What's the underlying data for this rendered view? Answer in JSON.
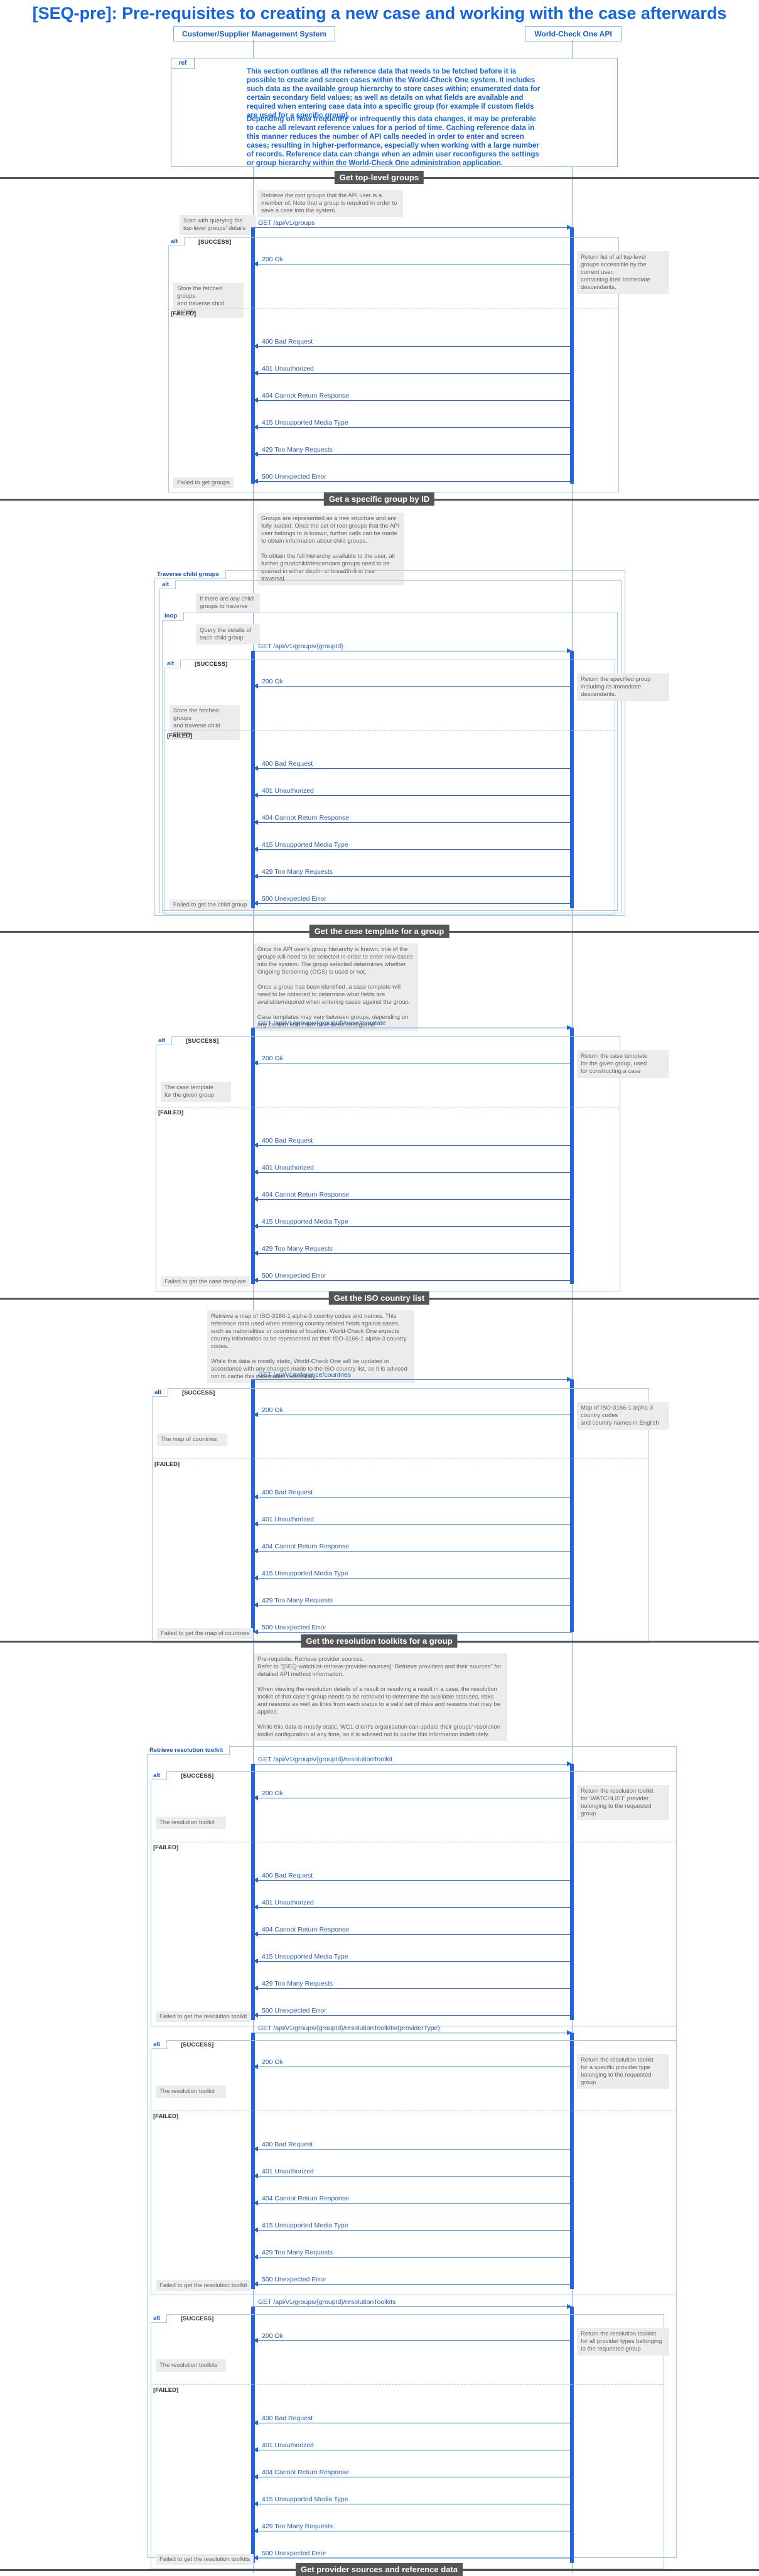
{
  "title": "[SEQ-pre]: Pre-requisites to creating a new case and working with the case afterwards",
  "participants": {
    "left": "Customer/Supplier Management System",
    "right": "World-Check One API"
  },
  "intro": {
    "tag": "ref",
    "paragraph1": "This section outlines all the reference data that needs to be fetched before it is possible to create and screen cases within the World-Check One system. It includes such data as the available group hierarchy to store cases within; enumerated data for certain secondary field values; as well as details on what fields are available and required when entering case data into a specific group (for example if custom fields are used for a specific group).",
    "paragraph2": "Depending on how frequently or infrequently this data changes, it may be preferable to cache all relevant reference values for a period of time. Caching reference data in this manner reduces the number of API calls needed in order to enter and screen cases; resulting in higher-performance, especially when working with a large number of records. Reference data can change when an admin user reconfigures the settings or group hierarchy within the World-Check One administration application."
  },
  "common_errors": [
    "400 Bad Request",
    "401 Unauthorized",
    "404 Cannot Return Response",
    "415 Unsupported Media Type",
    "429 Too Many Requests",
    "500 Unexpected Error"
  ],
  "labels": {
    "alt": "alt",
    "loop": "loop",
    "success": "[SUCCESS]",
    "failed": "[FAILED]",
    "ok": "200 Ok"
  },
  "sections": [
    {
      "header": "Get top-level groups",
      "note": "Retrieve the root groups that the API user is a member of. Note that a group is required in order to save a case into the system.",
      "request": "GET /api/v1/groups",
      "side_note": "Start with querying the\ntop-level groups' details",
      "response_note": "Return list of all top-level\ngroups accessible by the current user,\ncontaining their immediate descendants.",
      "stored_note": "Store the fetched groups\nand traverse child groups",
      "failure": "Failed to get groups"
    },
    {
      "header": "Get a specific group by ID",
      "note": "Groups are represented as a tree structure and are fully loaded. Once the set of root groups that the API user belongs to is known, further calls can be made to obtain information about child groups.\n\nTo obtain the full hierarchy available to the user, all further grandchild/descendant groups need to be queried in either depth- or breadth-first tree traversal.",
      "outer_frame": "Traverse child groups",
      "alt_note": "If there are any child\ngroups to traverse",
      "loop_note": "Query the details of\neach child group",
      "request": "GET /api/v1/groups/{groupId}",
      "response_note": "Return the specified group\nincluding its immediate\ndescendants.",
      "stored_note": "Store the fetched groups\nand traverse child groups",
      "failure": "Failed to get the child group"
    },
    {
      "header": "Get the case template for a group",
      "note": "Once the API user's group hierarchy is known, one of the groups will need to be selected in order to enter new cases into the system. The group selected determines whether Ongoing Screening (OGS) is used or not.\n\nOnce a group has been identified, a case template will need to be obtained to determine what fields are available/required when entering cases against the group.\n\nCase templates may vary between groups, depending on any custom fields that have been configured.",
      "request": "GET /api/v1/groups/{groupId}/caseTemplate",
      "response_note": "Return the case template\nfor the given group, used\nfor constructing a case",
      "stored_note": "The case template\nfor the given group",
      "failure": "Failed to get the case template"
    },
    {
      "header": "Get the ISO country list",
      "note": "Retrieve a map of ISO-3166-1 alpha-3 country codes and names. This reference data used when entering country related fields against cases, such as nationalities or countries of location. World-Check One expects country information to be represented as their ISO-3166-1 alpha-3 country codes.\n\nWhile this data is mostly static, World-Check One will be updated in accordance with any changes made to the ISO country list, so it is advised not to cache this information indefinitely.",
      "request": "GET /api/v1/reference/countries",
      "response_note": "Map of ISO-3166-1 alpha-3 country codes\nand country names in English",
      "stored_note": "The map of countries",
      "failure": "Failed to get the map of countries"
    },
    {
      "header": "Get the resolution toolkits for a group",
      "note_title": "Pre-requisite:",
      "note": "Pre-requisite: Retrieve provider sources.\nRefer to \"[SEQ-watchlist-retrieve-provider-sources]: Retrieve providers and their sources\" for detailed API method information.\n\nWhen viewing the resolution details of a result or resolving a result in a case, the resolution toolkit of that case's group needs to be retrieved to determine the available statuses, risks and reasons as well as links from each status to a valid set of risks and reasons that may be applied.\n\nWhile this data is mostly static, WC1 client's organisation can update their groups' resolution toolkit configuration at any time, so it is advised not to cache this information indefinitely.",
      "outer_frame": "Retrieve resolution toolkit",
      "blocks": [
        {
          "request": "GET /api/v1/groups/{groupId}/resolutionToolkit",
          "response_note": "Return the resolution toolkit\nfor 'WATCHLIST' provider\nbelonging to the requested group",
          "stored_note": "The resolution toolkit",
          "failure": "Failed to get the resolution toolkit"
        },
        {
          "request": "GET /api/v1/groups/{groupId}/resolutionToolkits/{providerType}",
          "response_note": "Return the resolution toolkit\nfor a specific provider type\nbelonging to the requested group",
          "stored_note": "The resolution toolkit",
          "failure": "Failed to get the resolution toolkit"
        },
        {
          "request": "GET /api/v1/groups/{groupId}/resolutionToolkits",
          "response_note": "Return the resolution toolkits\nfor all provider types belonging\nto the requested group",
          "stored_note": "The resolution toolkits",
          "failure": "Failed to get the resolution toolkits"
        }
      ]
    }
  ],
  "next_header": "Get provider sources and reference data"
}
